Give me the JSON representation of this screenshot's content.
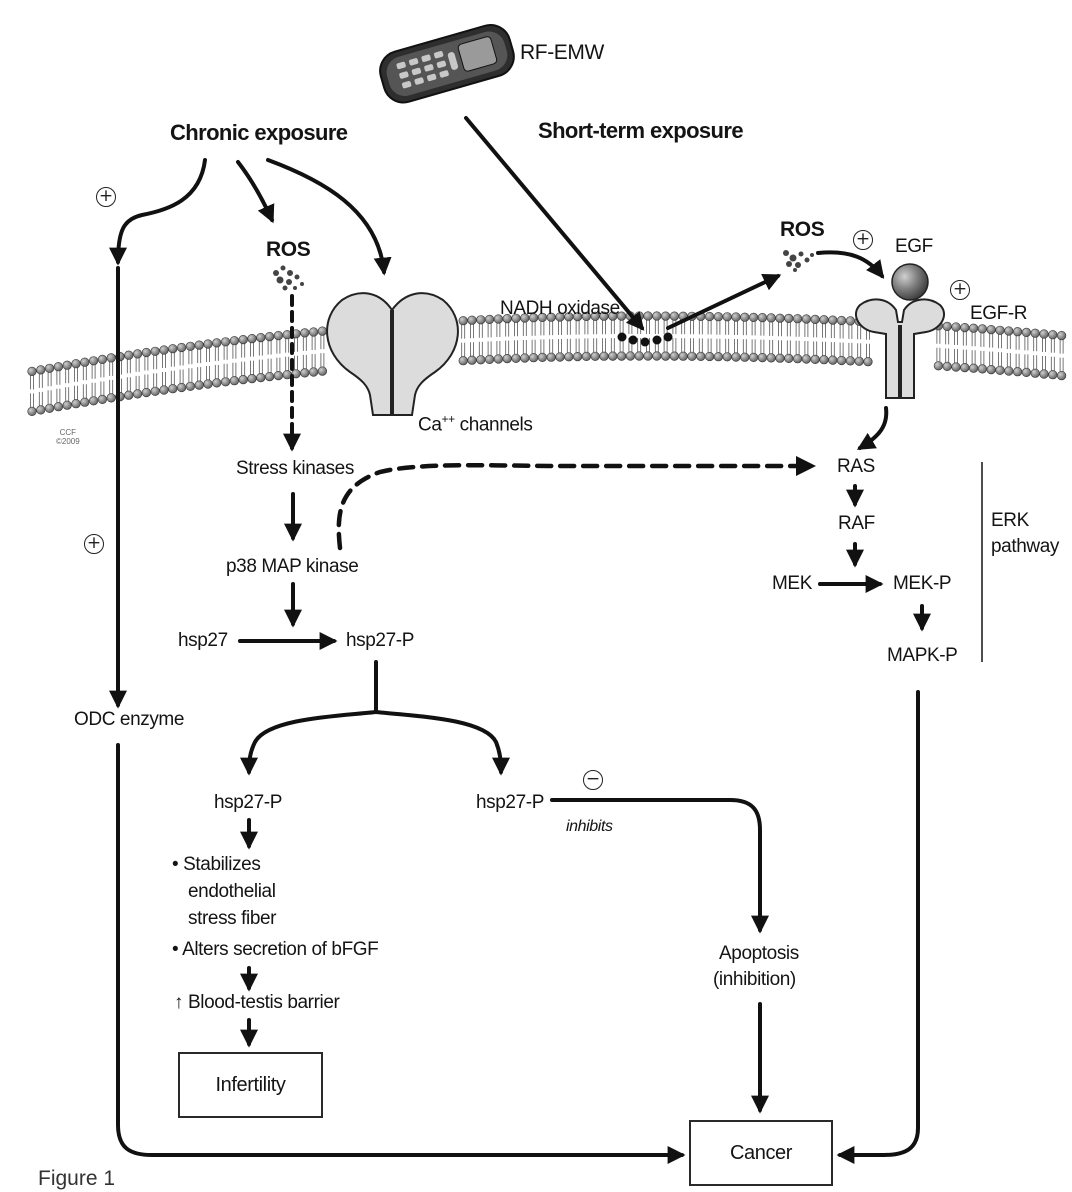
{
  "figure_caption": "Figure 1",
  "copyright_mark": {
    "line1": "CCF",
    "line2": "©2009"
  },
  "source": {
    "label": "RF-EMW",
    "icon": "mobile-phone-icon"
  },
  "exposure": {
    "chronic": "Chronic exposure",
    "short_term": "Short-term exposure"
  },
  "signs": {
    "plus": "+",
    "minus": "−"
  },
  "membrane": {
    "ros_chronic": "ROS",
    "ros_short": "ROS",
    "nadh_oxidase": "NADH oxidase",
    "egf": "EGF",
    "egf_r": "EGF-R",
    "ca_channels_prefix": "Ca",
    "ca_channels_sup": "++",
    "ca_channels_suffix": " channels"
  },
  "left_pathway": {
    "stress_kinases": "Stress kinases",
    "p38": "p38 MAP kinase",
    "hsp27": "hsp27",
    "hsp27p_center": "hsp27-P",
    "odc_enzyme": "ODC enzyme",
    "hsp27p_left": "hsp27-P",
    "hsp27p_right": "hsp27-P",
    "inhibits": "inhibits",
    "effects": {
      "stabilizes_1": "• Stabilizes",
      "stabilizes_2": "endothelial",
      "stabilizes_3": "stress fiber",
      "alters": "• Alters secretion of bFGF",
      "barrier_arrow": "↑",
      "barrier": "Blood-testis barrier"
    },
    "infertility": "Infertility"
  },
  "erk": {
    "ras": "RAS",
    "raf": "RAF",
    "mek": "MEK",
    "mek_p": "MEK-P",
    "mapk_p": "MAPK-P",
    "pathway_label_1": "ERK",
    "pathway_label_2": "pathway"
  },
  "apoptosis": {
    "line1": "Apoptosis",
    "line2": "(inhibition)"
  },
  "cancer": "Cancer",
  "colors": {
    "ink": "#141414",
    "channel_fill": "#dcdcdc",
    "bead": "#8f8f8f",
    "egf_ball": "#7a7a7a"
  }
}
